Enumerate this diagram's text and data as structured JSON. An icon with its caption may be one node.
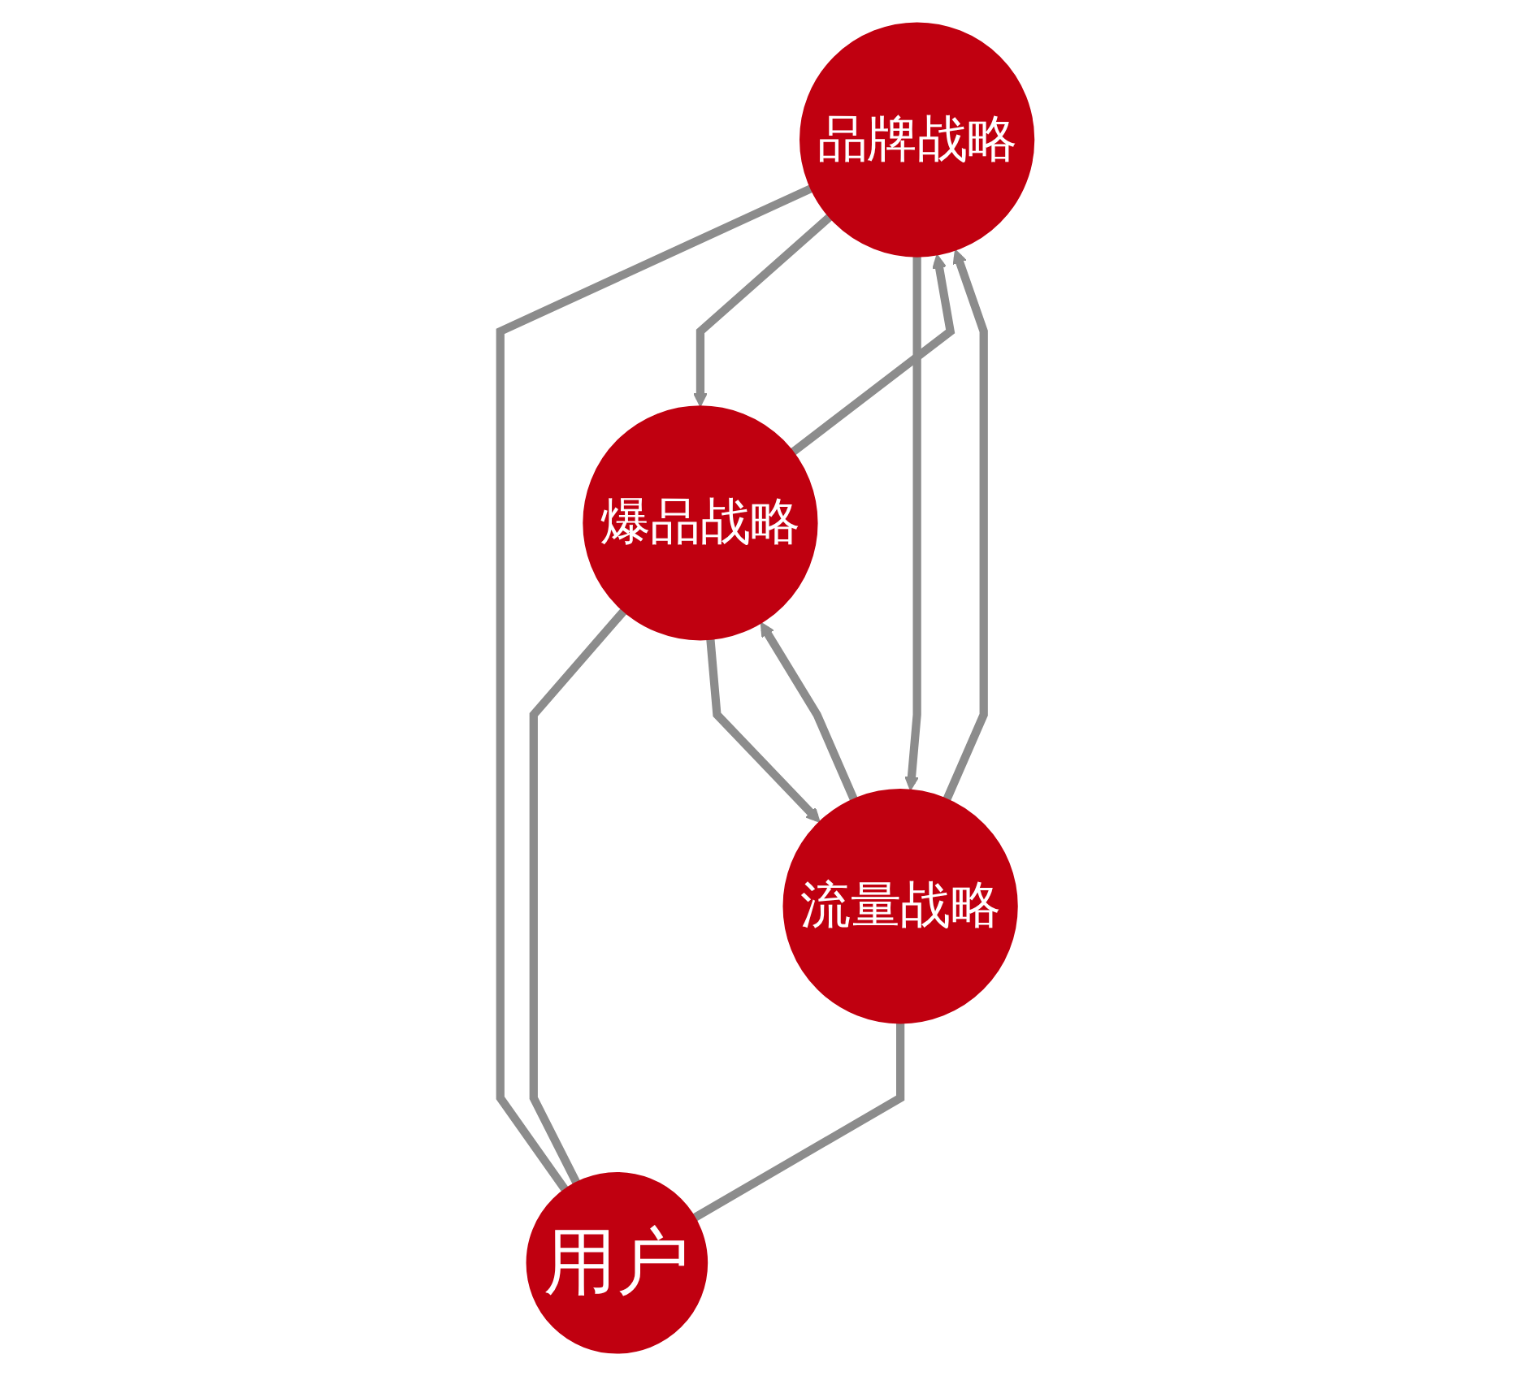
{
  "diagram": {
    "nodes": [
      {
        "text": [
          "品牌战略"
        ]
      },
      {
        "text": [
          "用户"
        ]
      },
      {
        "text": [
          "爆品战略"
        ]
      },
      {
        "text": [
          "流量战略"
        ]
      }
    ],
    "edges": [
      {
        "from": 0,
        "to": 1,
        "arrow": "none"
      },
      {
        "from": 2,
        "to": 1,
        "arrow": "none"
      },
      {
        "from": 3,
        "to": 1,
        "arrow": "none"
      },
      {
        "from": 2,
        "to": 0,
        "arrow": "to"
      },
      {
        "from": 0,
        "to": 2,
        "arrow": "to"
      },
      {
        "from": 3,
        "to": 0,
        "arrow": "to"
      },
      {
        "from": 0,
        "to": 3,
        "arrow": "to"
      },
      {
        "from": 2,
        "to": 3,
        "arrow": "to"
      },
      {
        "from": 3,
        "to": 2,
        "arrow": "to"
      }
    ]
  }
}
